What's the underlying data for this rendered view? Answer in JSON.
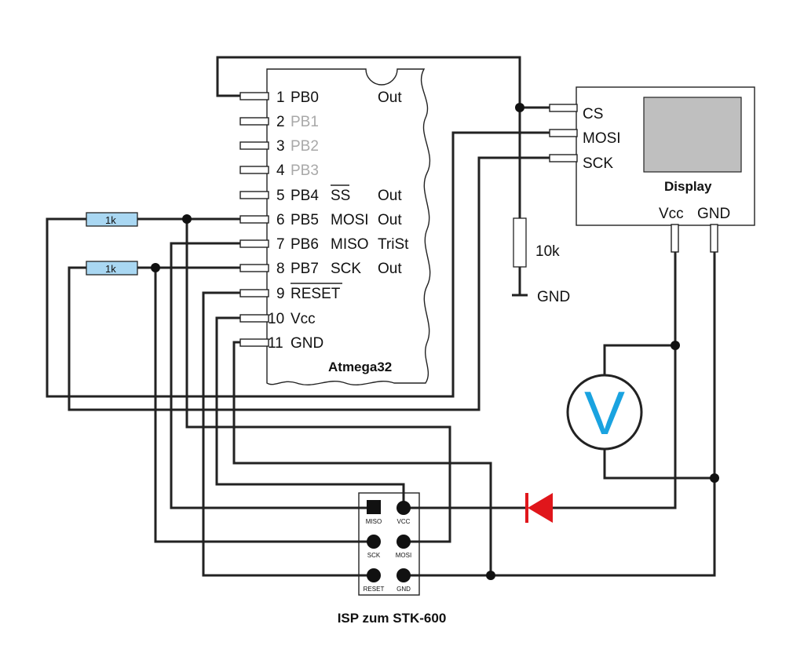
{
  "chip": {
    "name": "Atmega32",
    "pins": [
      {
        "num": "1",
        "name": "PB0",
        "func": "",
        "mode": "Out",
        "dim": false
      },
      {
        "num": "2",
        "name": "PB1",
        "func": "",
        "mode": "",
        "dim": true
      },
      {
        "num": "3",
        "name": "PB2",
        "func": "",
        "mode": "",
        "dim": true
      },
      {
        "num": "4",
        "name": "PB3",
        "func": "",
        "mode": "",
        "dim": true
      },
      {
        "num": "5",
        "name": "PB4",
        "func": "SS",
        "mode": "Out",
        "dim": false
      },
      {
        "num": "6",
        "name": "PB5",
        "func": "MOSI",
        "mode": "Out",
        "dim": false
      },
      {
        "num": "7",
        "name": "PB6",
        "func": "MISO",
        "mode": "TriSt",
        "dim": false
      },
      {
        "num": "8",
        "name": "PB7",
        "func": "SCK",
        "mode": "Out",
        "dim": false
      },
      {
        "num": "9",
        "name": "RESET",
        "func": "",
        "mode": "",
        "dim": false
      },
      {
        "num": "10",
        "name": "Vcc",
        "func": "",
        "mode": "",
        "dim": false
      },
      {
        "num": "11",
        "name": "GND",
        "func": "",
        "mode": "",
        "dim": false
      }
    ]
  },
  "display": {
    "name": "Display",
    "pins": [
      "CS",
      "MOSI",
      "SCK"
    ],
    "power_pins": [
      "Vcc",
      "GND"
    ],
    "screen_color": "#bfbfbf"
  },
  "resistors": {
    "r1": "1k",
    "r2": "1k",
    "pulldown": "10k",
    "pulldown_gnd": "GND"
  },
  "voltmeter": {
    "symbol": "V",
    "color": "#1aa3e0"
  },
  "diode": {
    "color": "#e0161b"
  },
  "isp": {
    "title": "ISP zum STK-600",
    "pins": [
      "MISO",
      "VCC",
      "SCK",
      "MOSI",
      "RESET",
      "GND"
    ]
  }
}
